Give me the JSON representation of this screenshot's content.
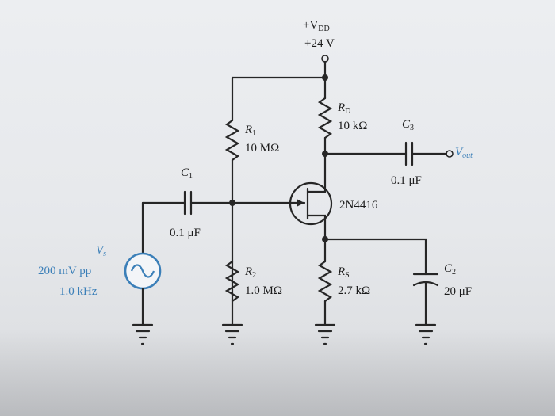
{
  "colors": {
    "ink": "#262626",
    "accent": "#3b7fb8"
  },
  "supply": {
    "label": "+V",
    "label_sub": "DD",
    "value": "+24 V"
  },
  "r1": {
    "name": "R",
    "sub": "1",
    "value": "10 MΩ"
  },
  "r2": {
    "name": "R",
    "sub": "2",
    "value": "1.0 MΩ"
  },
  "rd": {
    "name": "R",
    "sub": "D",
    "value": "10 kΩ"
  },
  "rs": {
    "name": "R",
    "sub": "S",
    "value": "2.7 kΩ"
  },
  "c1": {
    "name": "C",
    "sub": "1",
    "value": "0.1 μF"
  },
  "c2": {
    "name": "C",
    "sub": "2",
    "value": "20 μF"
  },
  "c3": {
    "name": "C",
    "sub": "3",
    "value": "0.1 μF"
  },
  "transistor": {
    "label": "2N4416"
  },
  "output": {
    "name": "V",
    "sub": "out"
  },
  "source": {
    "name": "V",
    "sub": "s",
    "amplitude": "200 mV pp",
    "frequency": "1.0 kHz"
  }
}
